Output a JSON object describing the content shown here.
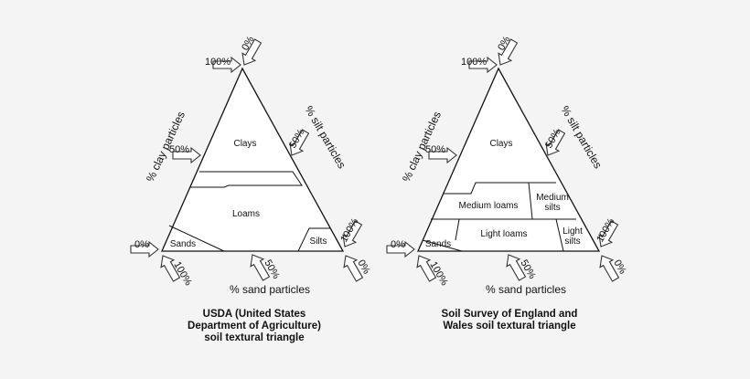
{
  "triangles": [
    {
      "id": "usda",
      "regions": {
        "clays": "Clays",
        "loams": "Loams",
        "sands": "Sands",
        "silts": "Silts"
      },
      "axes": {
        "clay": "% clay particles",
        "silt": "% silt particles",
        "sand": "% sand particles"
      },
      "ticks": {
        "top_100": "100%",
        "top_0": "0%",
        "clay_50": "50%",
        "silt_50": "50%",
        "silt_100": "100%",
        "left_0": "0%",
        "sand_100": "100%",
        "sand_50": "50%",
        "right_0": "0%"
      },
      "caption": [
        "USDA (United States",
        "Department of Agriculture)",
        "soil textural triangle"
      ]
    },
    {
      "id": "england-wales",
      "regions": {
        "clays": "Clays",
        "medium_loams": "Medium loams",
        "medium_silts": [
          "Medium",
          "silts"
        ],
        "light_loams": "Light loams",
        "light_silts": [
          "Light",
          "silts"
        ],
        "sands": "Sands"
      },
      "axes": {
        "clay": "% clay particles",
        "silt": "% silt particles",
        "sand": "% sand particles"
      },
      "ticks": {
        "top_100": "100%",
        "top_0": "0%",
        "clay_50": "50%",
        "silt_50": "50%",
        "silt_100": "100%",
        "left_0": "0%",
        "sand_100": "100%",
        "sand_50": "50%",
        "right_0": "0%"
      },
      "caption": [
        "Soil Survey of England and",
        "Wales soil textural triangle"
      ]
    }
  ]
}
